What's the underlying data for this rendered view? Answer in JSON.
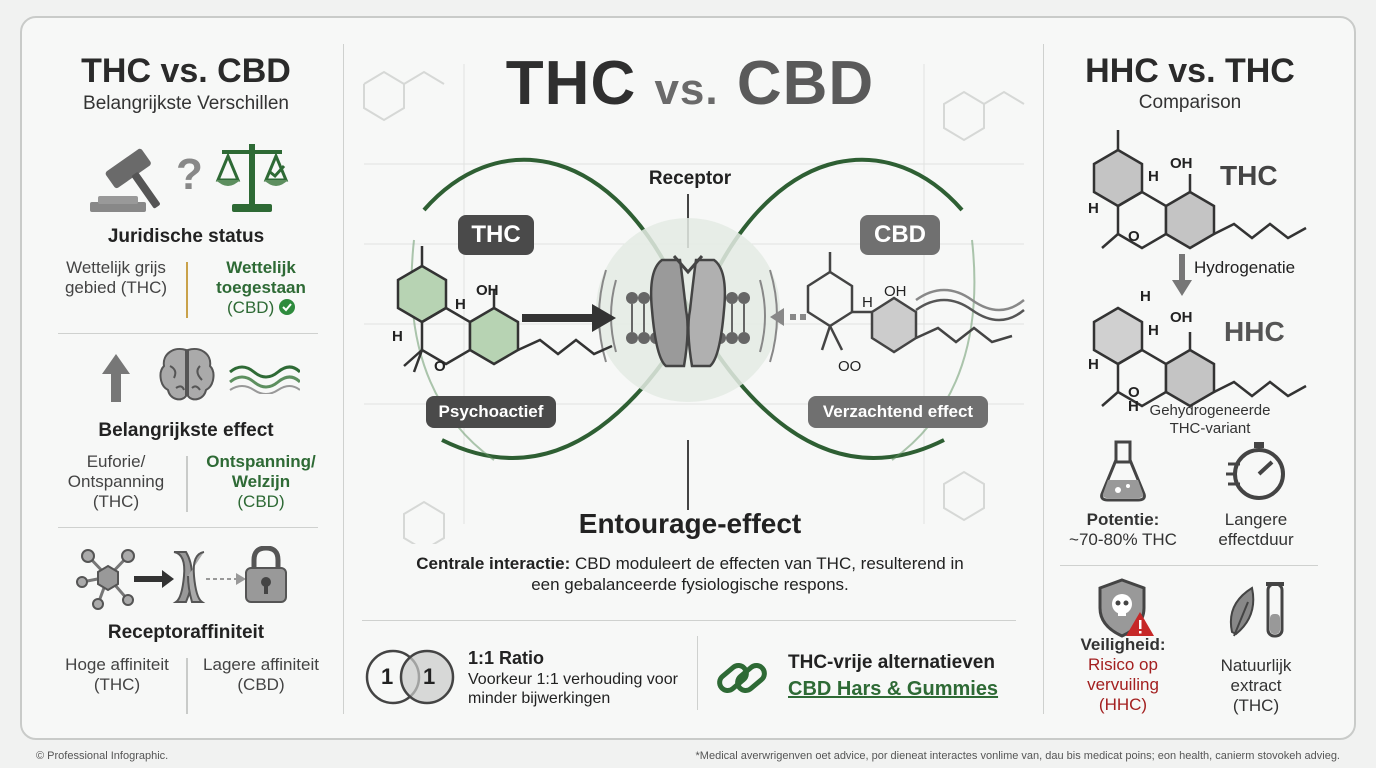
{
  "left": {
    "title": "THC vs. CBD",
    "subtitle": "Belangrijkste Verschillen",
    "legal": {
      "heading": "Juridische status",
      "thc": "Wettelijk grijs gebied (THC)",
      "cbd_bold": "Wettelijk toegestaan",
      "cbd_tag": "(CBD)"
    },
    "effect": {
      "heading": "Belangrijkste effect",
      "thc": "Euforie/ Ontspanning (THC)",
      "cbd_bold": "Ontspanning/ Welzijn",
      "cbd_tag": "(CBD)"
    },
    "affinity": {
      "heading": "Receptoraffiniteit",
      "thc": "Hoge affiniteit (THC)",
      "cbd": "Lagere affiniteit (CBD)"
    },
    "question_mark": "?"
  },
  "center": {
    "title_a": "THC",
    "title_vs": "vs.",
    "title_b": "CBD",
    "receptor_label": "Receptor",
    "thc_label": "THC",
    "cbd_label": "CBD",
    "thc_oh": "OH",
    "thc_h1": "H",
    "thc_h2": "H",
    "thc_o": "O",
    "cbd_oh": "OH",
    "cbd_h": "H",
    "cbd_oo": "OO",
    "psycho_label": "Psychoactief",
    "soft_label": "Verzachtend effect",
    "entourage_title": "Entourage-effect",
    "entourage_bold": "Centrale interactie:",
    "entourage_text": " CBD moduleert de effecten van THC, resulterend in een gebalanceerde fysiologische respons.",
    "ratio": {
      "left_num": "1",
      "right_num": "1",
      "title": "1:1 Ratio",
      "text": "Voorkeur 1:1 verhouding voor minder bijwerkingen"
    },
    "alt": {
      "title": "THC-vrije alternatieven",
      "link": "CBD Hars & Gummies"
    }
  },
  "right": {
    "title": "HHC vs. THC",
    "subtitle": "Comparison",
    "thc_label": "THC",
    "hhc_label": "HHC",
    "mol_oh1": "OH",
    "mol_h1": "H",
    "mol_h2": "H",
    "mol_o1": "O",
    "mol_oh2": "OH",
    "mol_h3": "H",
    "mol_h4": "H",
    "mol_h5": "H",
    "mol_h6": "H",
    "mol_o2": "O",
    "arrow_label": "Hydrogenatie",
    "hhc_caption": "Gehydrogeneerde THC-variant",
    "potency_bold": "Potentie:",
    "potency_val": "~70-80% THC",
    "duration": "Langere effectduur",
    "safety_bold": "Veiligheid:",
    "safety_val": "Risico op vervuiling (HHC)",
    "natural": "Natuurlijk extract (THC)"
  },
  "footer": {
    "left": "© Professional Infographic.",
    "right": "*Medical averwrigenven oet advice, por dieneat interactes vonlime van, dau bis medicat poins; eon health, canierm stovokeh advieg."
  },
  "colors": {
    "accent_green": "#2e6a35",
    "dark_pill": "#4a4a4a",
    "grey_pill": "#707070",
    "warning_red": "#c62828"
  }
}
